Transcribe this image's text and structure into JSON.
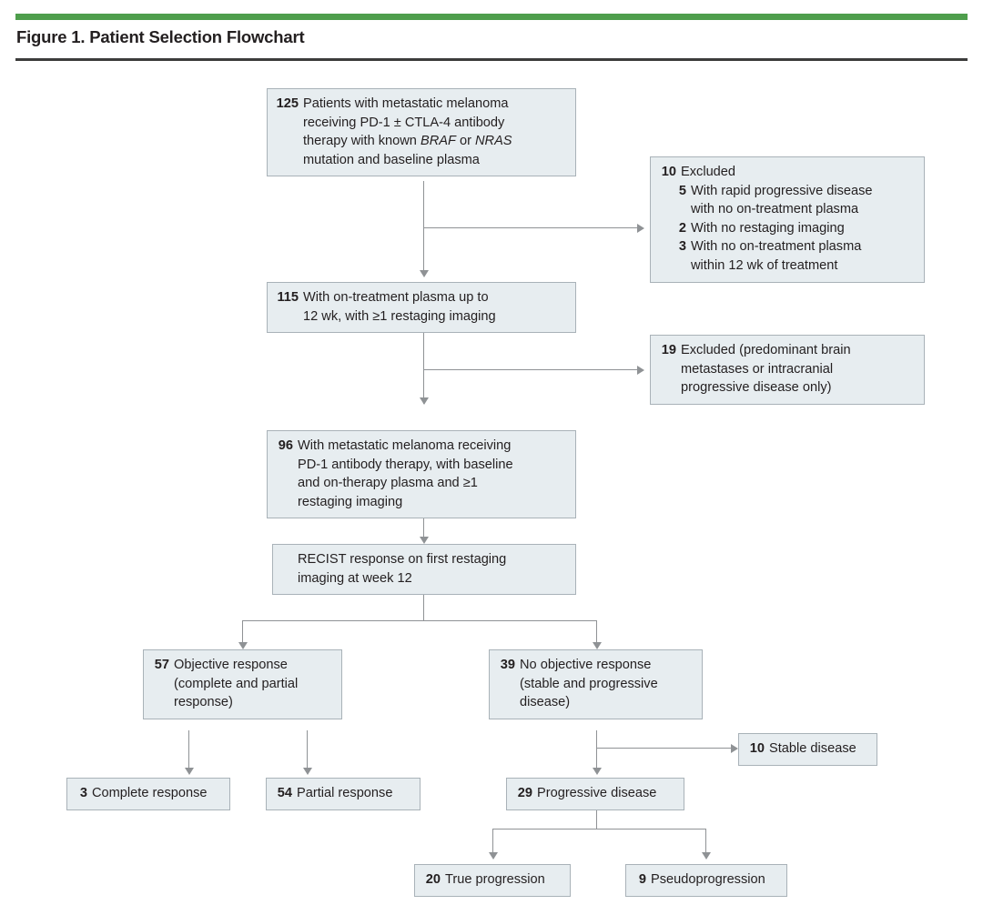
{
  "figure": {
    "title": "Figure 1. Patient Selection Flowchart",
    "rule_color_top": "#4e9e4c",
    "rule_color_bottom": "#3c3c3b",
    "box_fill": "#e7edf0",
    "box_border": "#a9b2b8",
    "connector_color": "#8f9295"
  },
  "nodes": {
    "enrolled": {
      "num": "125",
      "line1": "Patients with metastatic melanoma",
      "line2": "receiving PD-1 ± CTLA-4 antibody",
      "line3_a": "therapy with known ",
      "line3_i1": "BRAF",
      "line3_b": " or ",
      "line3_i2": "NRAS",
      "line4": "mutation and baseline plasma"
    },
    "excluded1": {
      "num": "10",
      "label": "Excluded",
      "items": [
        {
          "num": "5",
          "line1": "With rapid progressive disease",
          "line2": "with no on-treatment plasma"
        },
        {
          "num": "2",
          "line1": "With no restaging imaging",
          "line2": ""
        },
        {
          "num": "3",
          "line1": "With no on-treatment plasma",
          "line2": "within 12 wk of treatment"
        }
      ]
    },
    "on_treatment": {
      "num": "115",
      "line1": "With on-treatment plasma up to",
      "line2": "12 wk, with ≥1 restaging imaging"
    },
    "excluded2": {
      "num": "19",
      "line1": "Excluded (predominant brain",
      "line2": "metastases or intracranial",
      "line3": "progressive disease only)"
    },
    "cohort": {
      "num": "96",
      "line1": "With metastatic melanoma receiving",
      "line2": "PD-1 antibody therapy, with baseline",
      "line3": "and on-therapy plasma and ≥1",
      "line4": "restaging imaging"
    },
    "recist": {
      "num": "",
      "line1": "RECIST response on first restaging",
      "line2": "imaging at week 12"
    },
    "objective_response": {
      "num": "57",
      "line1": "Objective response",
      "line2": "(complete and partial",
      "line3": "response)"
    },
    "no_objective_response": {
      "num": "39",
      "line1": "No objective response",
      "line2": "(stable and progressive",
      "line3": "disease)"
    },
    "complete_response": {
      "num": "3",
      "label": "Complete response"
    },
    "partial_response": {
      "num": "54",
      "label": "Partial response"
    },
    "stable_disease": {
      "num": "10",
      "label": "Stable disease"
    },
    "progressive_disease": {
      "num": "29",
      "label": "Progressive disease"
    },
    "true_progression": {
      "num": "20",
      "label": "True progression"
    },
    "pseudoprogression": {
      "num": "9",
      "label": "Pseudoprogression"
    }
  },
  "chart_data": {
    "type": "diagram",
    "title": "Figure 1. Patient Selection Flowchart",
    "flow": [
      {
        "id": "enrolled",
        "n": 125,
        "label": "Patients with metastatic melanoma receiving PD-1 ± CTLA-4 antibody therapy with known BRAF or NRAS mutation and baseline plasma"
      },
      {
        "id": "excluded1",
        "n": 10,
        "label": "Excluded",
        "children": [
          {
            "n": 5,
            "label": "With rapid progressive disease with no on-treatment plasma"
          },
          {
            "n": 2,
            "label": "With no restaging imaging"
          },
          {
            "n": 3,
            "label": "With no on-treatment plasma within 12 wk of treatment"
          }
        ]
      },
      {
        "id": "on_treatment",
        "n": 115,
        "label": "With on-treatment plasma up to 12 wk, with ≥1 restaging imaging"
      },
      {
        "id": "excluded2",
        "n": 19,
        "label": "Excluded (predominant brain metastases or intracranial progressive disease only)"
      },
      {
        "id": "cohort",
        "n": 96,
        "label": "With metastatic melanoma receiving PD-1 antibody therapy, with baseline and on-therapy plasma and ≥1 restaging imaging"
      },
      {
        "id": "recist",
        "n": null,
        "label": "RECIST response on first restaging imaging at week 12"
      },
      {
        "id": "objective_response",
        "n": 57,
        "label": "Objective response (complete and partial response)"
      },
      {
        "id": "no_objective_response",
        "n": 39,
        "label": "No objective response (stable and progressive disease)"
      },
      {
        "id": "complete_response",
        "n": 3,
        "label": "Complete response"
      },
      {
        "id": "partial_response",
        "n": 54,
        "label": "Partial response"
      },
      {
        "id": "stable_disease",
        "n": 10,
        "label": "Stable disease"
      },
      {
        "id": "progressive_disease",
        "n": 29,
        "label": "Progressive disease"
      },
      {
        "id": "true_progression",
        "n": 20,
        "label": "True progression"
      },
      {
        "id": "pseudoprogression",
        "n": 9,
        "label": "Pseudoprogression"
      }
    ]
  }
}
